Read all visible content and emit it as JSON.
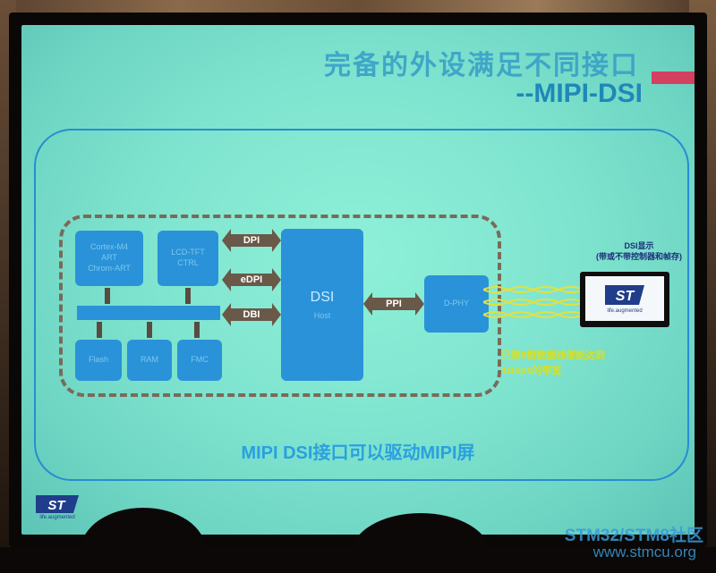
{
  "slide": {
    "title_line1": "完备的外设满足不同接口",
    "title_line2": "--MIPI-DSI",
    "bottom_caption": "MIPI DSI接口可以驱动MIPI屏"
  },
  "blocks": {
    "cortex": "Cortex-M4\nART\nChrom-ART",
    "lcd": "LCD-TFT\nCTRL",
    "flash": "Flash",
    "ram": "RAM",
    "fmc": "FMC",
    "dsi": "DSI",
    "dsi_sub": "Host",
    "dphy": "D-PHY"
  },
  "links": {
    "dpi": "DPI",
    "edpi": "eDPI",
    "dbi": "DBI",
    "ppi": "PPI"
  },
  "display": {
    "caption": "DSI显示\n(带或不带控制器和帧存)",
    "logo_text": "ST",
    "logo_sub": "life.augmented"
  },
  "note": {
    "line1": "只需6根数据线便能达到",
    "line2": "1Gbps的带宽"
  },
  "watermark": {
    "line1": "STM32/STM8社区",
    "line2": "www.stmcu.org"
  },
  "colors": {
    "screen": "#7fe4cf",
    "block": "#2a92d8",
    "title": "#1e88b8",
    "note": "#d8e020"
  }
}
